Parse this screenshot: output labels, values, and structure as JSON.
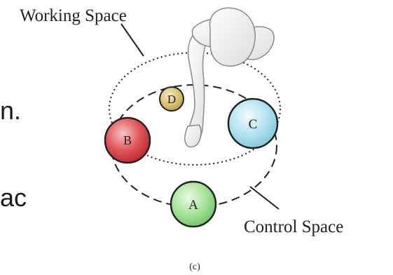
{
  "labels": {
    "working_space": "Working Space",
    "control_space": "Control Space",
    "caption": "(c)"
  },
  "nodes": [
    {
      "id": "A",
      "label": "A",
      "color": "#a7e39a"
    },
    {
      "id": "B",
      "label": "B",
      "color": "#e0545a"
    },
    {
      "id": "C",
      "label": "C",
      "color": "#b3e3ee"
    },
    {
      "id": "D",
      "label": "D",
      "color": "#dcc67a"
    }
  ],
  "side_text": {
    "line1": "n.",
    "line2": "ac"
  }
}
